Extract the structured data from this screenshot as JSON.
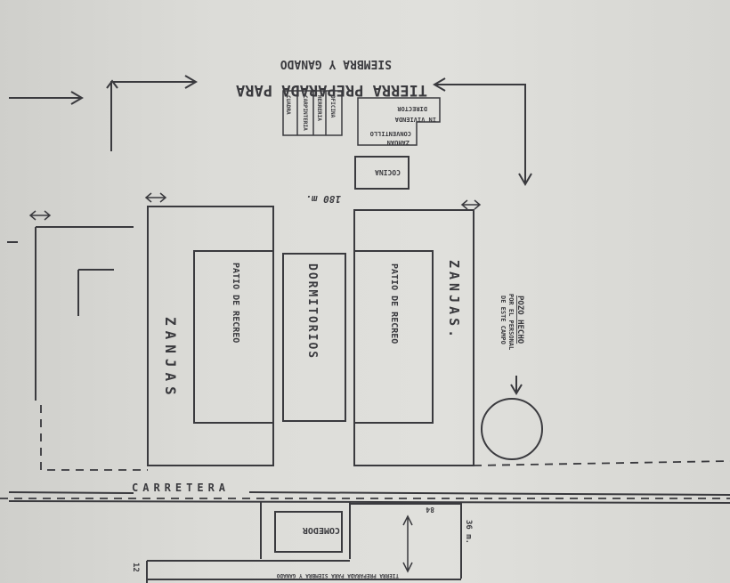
{
  "top_label": {
    "line1": "TIERRA PREPARADA PARA",
    "line2": "SIEMBRA Y GANADO"
  },
  "small_buildings": [
    "OFICINA",
    "HERRERIA",
    "CARPINTERIA",
    "CUADRA"
  ],
  "director_house": [
    "ZAHUAN",
    "CONVENTILLO",
    "IN VIVIENDA",
    "DIRECTOR"
  ],
  "kitchen": "COCINA",
  "width_label": "180 m.",
  "ditch_left": "ZANJAS",
  "ditch_right": "ZANJAS.",
  "patio_left": "PATIO DE RECREO",
  "patio_right": "PATIO DE RECREO",
  "dormitories": "DORMITORIOS",
  "well_note": [
    "POZO HECHO",
    "POR EL PERSONAL",
    "DE ESTE CAMPO"
  ],
  "road": "CARRETERA",
  "dining": "COMEDOR",
  "dim_84": "84",
  "dim_36": "36 m.",
  "dim_12": "12",
  "bottom_label": "TIERRA PREPARADA PARA SIEMBRA Y GANADO"
}
